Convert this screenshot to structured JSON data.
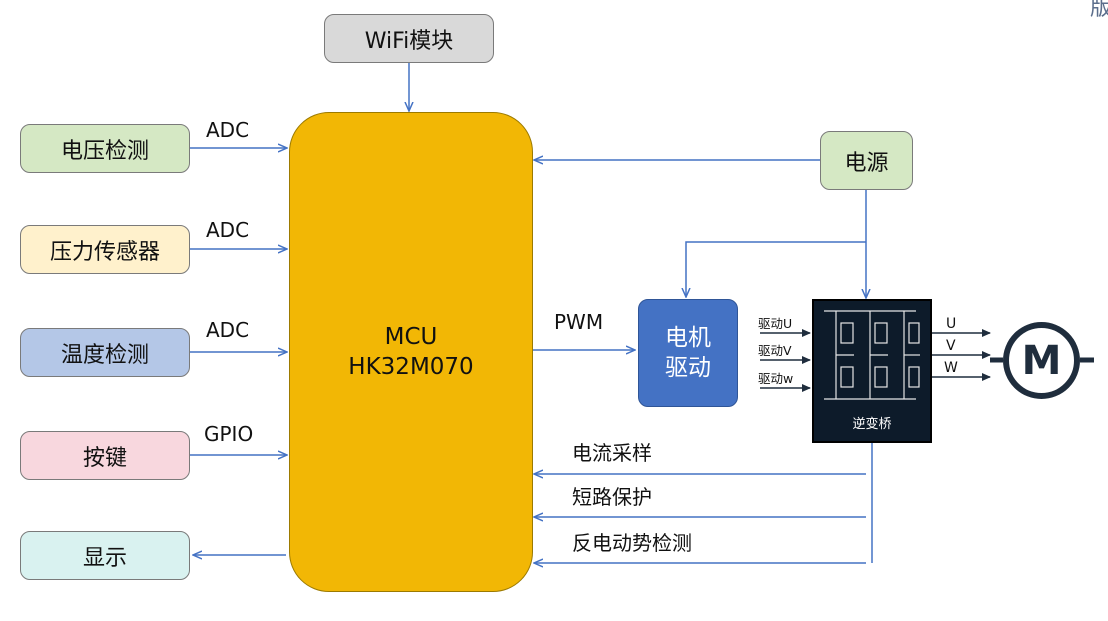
{
  "blocks": {
    "wifi": "WiFi模块",
    "voltage": "电压检测",
    "pressure": "压力传感器",
    "temperature": "温度检测",
    "button": "按键",
    "display": "显示",
    "power": "电源",
    "mcu_line1": "MCU",
    "mcu_line2": "HK32M070",
    "driver_line1": "电机",
    "driver_line2": "驱动",
    "inverter": "逆变桥",
    "motor": "M"
  },
  "signals": {
    "adc1": "ADC",
    "adc2": "ADC",
    "adc3": "ADC",
    "gpio": "GPIO",
    "pwm": "PWM",
    "current_sampling": "电流采样",
    "short_circuit": "短路保护",
    "back_emf": "反电动势检测"
  },
  "drive_inputs": [
    "驱动U",
    "驱动V",
    "驱动w"
  ],
  "phases": [
    "U",
    "V",
    "W"
  ],
  "colors": {
    "green": "#d5e8c4",
    "yellow": "#fff1cc",
    "blue": "#b4c7e7",
    "pink": "#f8d7de",
    "cyan": "#d9f2f0",
    "gray": "#d9d9d9",
    "mcu": "#f2b705",
    "driver": "#4472c4",
    "inverter": "#0d1b2a",
    "arrow": "#4472c4"
  },
  "corner_fragment": "版"
}
